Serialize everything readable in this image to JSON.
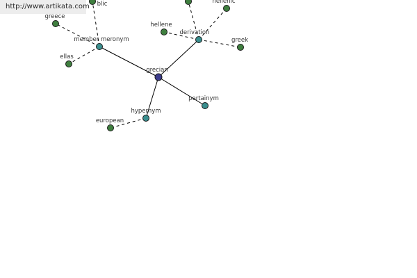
{
  "banner": {
    "url": "http://www.artikata.com"
  },
  "colors": {
    "center_node": "#3c3c8c",
    "relation_node": "#3b8f8f",
    "leaf_node": "#3f7f3f",
    "edge": "#000000"
  },
  "graph": {
    "center": {
      "id": "grecian",
      "label": "grecian",
      "kind": "center"
    },
    "nodes": [
      {
        "id": "grecian",
        "label": "grecian",
        "kind": "center"
      },
      {
        "id": "member-meronym",
        "label": "member meronym",
        "kind": "relation"
      },
      {
        "id": "derivation",
        "label": "derivation",
        "kind": "relation"
      },
      {
        "id": "hypernym",
        "label": "hypernym",
        "kind": "relation"
      },
      {
        "id": "pertainym",
        "label": "pertainym",
        "kind": "relation"
      },
      {
        "id": "greece",
        "label": "greece",
        "kind": "leaf"
      },
      {
        "id": "ellas",
        "label": "ellas",
        "kind": "leaf"
      },
      {
        "id": "republic",
        "label": "blic",
        "kind": "leaf"
      },
      {
        "id": "hellene",
        "label": "hellene",
        "kind": "leaf"
      },
      {
        "id": "hellenic",
        "label": "hellenic",
        "kind": "leaf"
      },
      {
        "id": "greek",
        "label": "greek",
        "kind": "leaf"
      },
      {
        "id": "derivation-top",
        "label": "",
        "kind": "leaf"
      },
      {
        "id": "european",
        "label": "european",
        "kind": "leaf"
      }
    ],
    "edges": [
      {
        "from": "grecian",
        "to": "member-meronym",
        "style": "solid"
      },
      {
        "from": "grecian",
        "to": "derivation",
        "style": "solid"
      },
      {
        "from": "grecian",
        "to": "hypernym",
        "style": "solid"
      },
      {
        "from": "grecian",
        "to": "pertainym",
        "style": "solid"
      },
      {
        "from": "member-meronym",
        "to": "greece",
        "style": "dashed"
      },
      {
        "from": "member-meronym",
        "to": "ellas",
        "style": "dashed"
      },
      {
        "from": "member-meronym",
        "to": "republic",
        "style": "dashed"
      },
      {
        "from": "derivation",
        "to": "hellene",
        "style": "dashed"
      },
      {
        "from": "derivation",
        "to": "hellenic",
        "style": "dashed"
      },
      {
        "from": "derivation",
        "to": "greek",
        "style": "dashed"
      },
      {
        "from": "derivation",
        "to": "derivation-top",
        "style": "dashed"
      },
      {
        "from": "hypernym",
        "to": "european",
        "style": "dashed"
      }
    ]
  }
}
